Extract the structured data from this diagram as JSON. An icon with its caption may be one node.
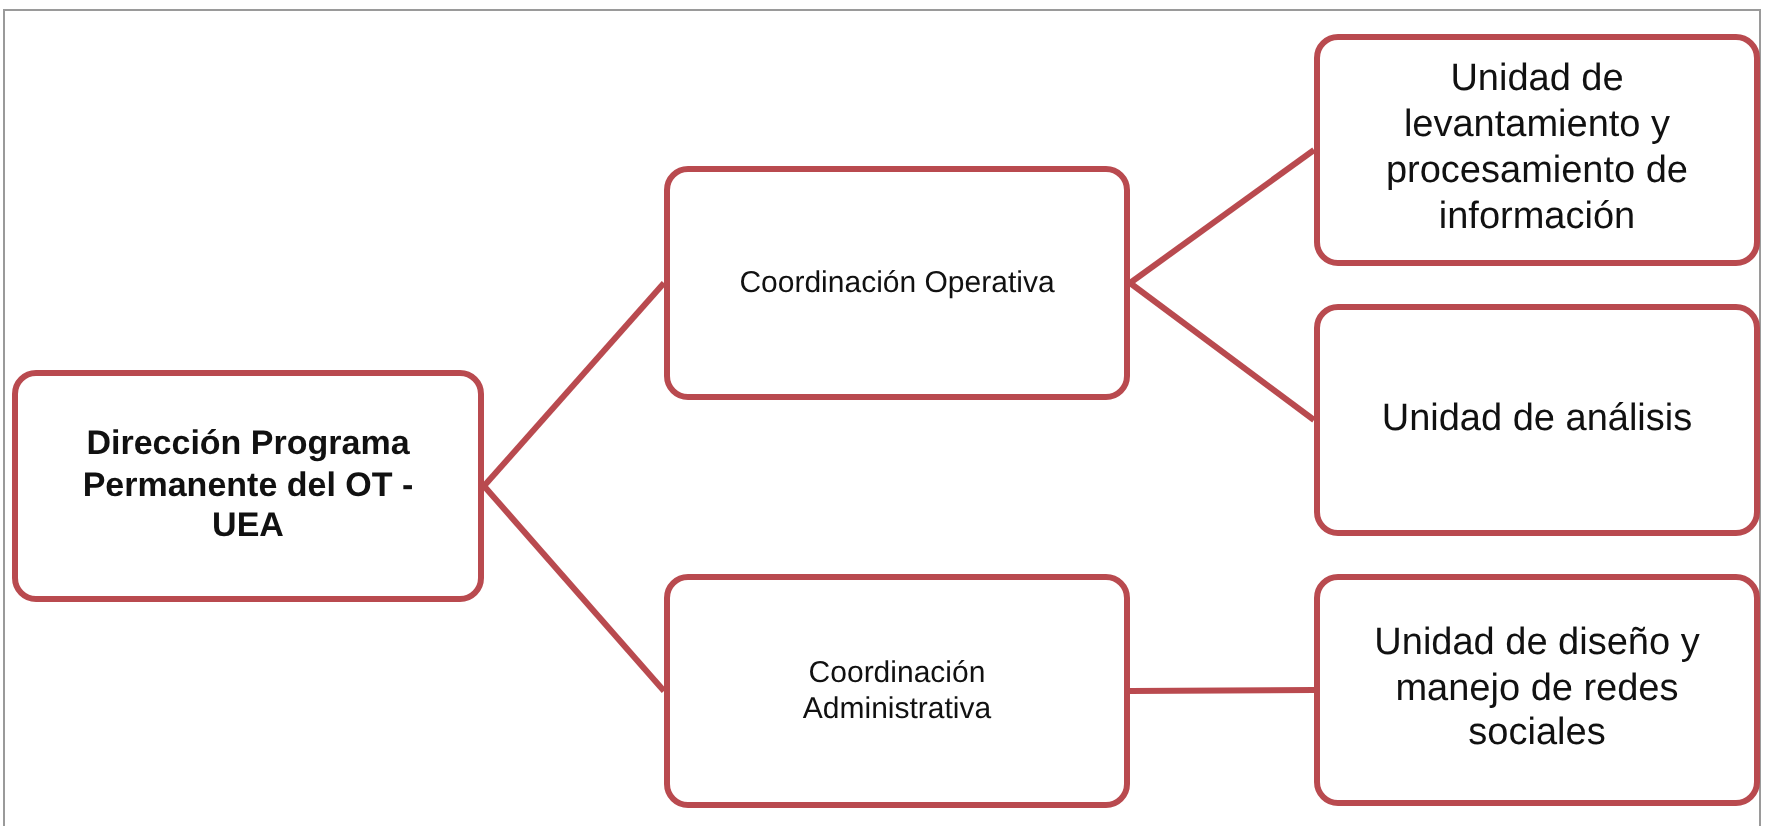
{
  "diagram": {
    "nodes": [
      {
        "text": [
          "Dirección Programa Permanente del OT - UEA"
        ]
      },
      {
        "text": [
          "Coordinación Operativa"
        ]
      },
      {
        "text": [
          "Coordinación Administrativa"
        ]
      },
      {
        "text": [
          "Unidad de levantamiento y procesamiento de información"
        ]
      },
      {
        "text": [
          "Unidad de análisis"
        ]
      },
      {
        "text": [
          "Unidad de diseño y manejo de redes sociales"
        ]
      }
    ],
    "edges": [
      {
        "from": 0,
        "to": 1,
        "arrow": "none"
      },
      {
        "from": 0,
        "to": 2,
        "arrow": "none"
      },
      {
        "from": 1,
        "to": 3,
        "arrow": "none"
      },
      {
        "from": 1,
        "to": 4,
        "arrow": "none"
      },
      {
        "from": 2,
        "to": 5,
        "arrow": "none"
      }
    ]
  }
}
